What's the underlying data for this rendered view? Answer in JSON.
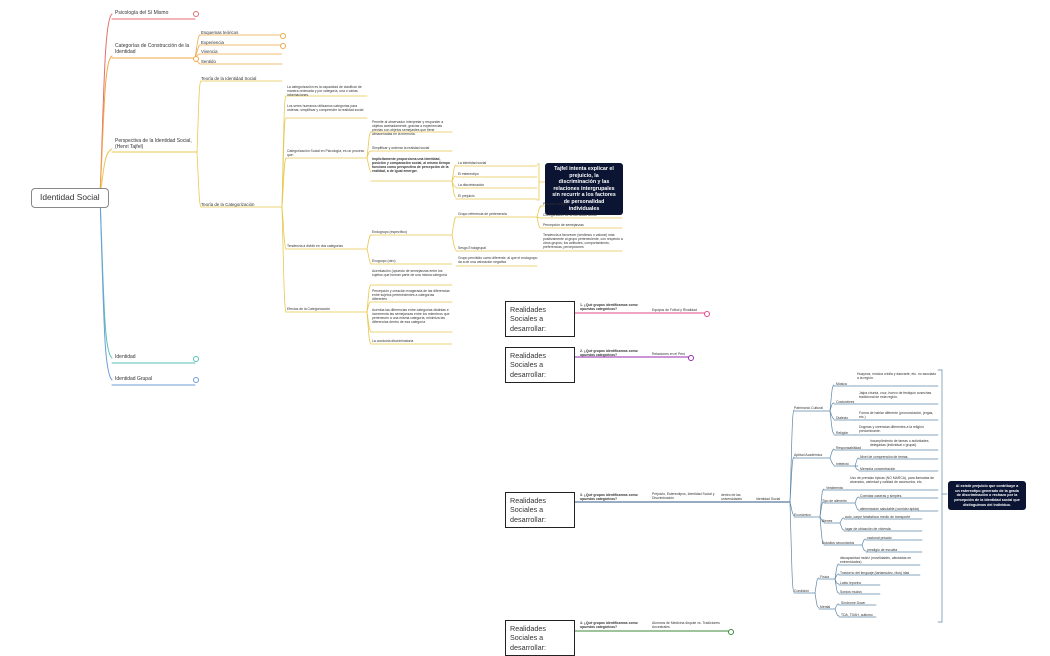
{
  "colors": {
    "red": "#e36d6d",
    "orange": "#f0a848",
    "yellow": "#e8c84f",
    "teal": "#56c2b2",
    "blue": "#6e9dd8",
    "pink": "#e04a86",
    "purple": "#9a2ab0",
    "gray": "#9aa0aa",
    "navy": "#0b1533"
  },
  "root": "Identidad Social",
  "branches": {
    "psicologia": "Psicología del Sí Mismo",
    "categorias": "Categorías de Construcción de la Identidad",
    "perspectiva": "Perspectiva de la Identidad Social, (Henri Tajfel)",
    "identidad": "Identidad",
    "identidad_grupal": "Identidad Grupal"
  },
  "categorias_items": [
    "Esquemas teóricos",
    "Experiencia",
    "Vivencia",
    "Sentido"
  ],
  "perspectiva": {
    "teoria_identidad": "Teoría de la Identidad Social",
    "teoria_categorizacion": "Teoría de la Categorización",
    "cat_def1": "La categorización es la capacidad de clasificar de manera ordenada y por categoría, una o varias informaciones.",
    "cat_def2": "Los seres humanos utilizamos categorías para ordenar, simplificar y comprender la realidad social",
    "cat_social": "Categorización Social en Psicología, es un proceso que:",
    "cs1": "Permite al observador interpretar y responder a objetos acertadamente, gracias a experiencias previas con objetos semejantes que tiene almacenadas en la memoria.",
    "cs2": "Simplificar y ordenar la realidad social.",
    "cs3": "Implícitamente proporciona una identidad, posición y comparación social, al mismo tiempo funciona como perspectiva de percepción de la realidad, a de igual emerger.",
    "cs3_children": [
      "La identidad social",
      "El estereotipo",
      "La discriminación",
      "El prejuicio"
    ],
    "tajfel_box": "Tajfel intenta explicar el prejuicio, la discriminación y las relaciones intergrupales sin recurrir a los factores de personalidad individuales",
    "tendencia": "Tendencia a dividir en dos categorías",
    "endogrupo_esp": "Endogrupo (específico)",
    "grupo_ref": "Grupo referencia de pertenencia",
    "proceso_codigos": "Proceso códigos",
    "configuracion": "Configuración de la identidad social",
    "percepcion": "Percepción de semejanzas",
    "tendencia_fav": "Tendencia a favorecer (sentimos o valorar) más positivamente al grupo perteneciente, con respecto a otros grupos; los actitudes, comportamiento, preferencias, percepciones",
    "sesgo": "Sesgo Endogrupal",
    "exogrupo": "Exogrupo (otro)",
    "exogrupo_desc": "Grupo percibido como diferente, al que el endogrupo da a de una valoración negativa",
    "efectos": "Efectos de la Categorización",
    "ef1": "Acentuación (opuesto de semejanzas entre los sujetos que forman parte de una misma categoría",
    "ef2": "Percepción y creación exagerada de las diferencias entre sujetos pertenecientes a categorías diferentes",
    "ef3": "Acentúa las diferencias entre categorías distintas e incrementa las semejanzas entre los miembros que pertenecen a una misma categoría, minimiza las diferencias dentro de esa categoría",
    "ef4": "La conducta discriminatoria"
  },
  "cases": [
    {
      "title": "Realidades Sociales a desarrollar:",
      "question": "1. ¿Qué grupos identificamos como opuestos categóricos?",
      "answer": "Equipos de Fútbol y Rivalidad"
    },
    {
      "title": "Realidades Sociales a desarrollar:",
      "question": "2. ¿Qué grupos identificamos como opuestos categóricos?",
      "answer": "Relaciones en el Perú"
    },
    {
      "title": "Realidades Sociales a desarrollar:",
      "question": "3. ¿Qué grupos identificamos como opuestos categóricos?",
      "answer": "Prejuicio, Estereotipos, Identidad Social y Discriminación",
      "dentro": "dentro de las universidades",
      "identidad": "Identidad Social"
    },
    {
      "title": "Realidades Sociales a desarrollar:",
      "question": "4. ¿Qué grupos identificamos como opuestos categóricos?",
      "answer": "Alumnos de Medicina dispute vs. Tradiciones Ancestrales"
    }
  ],
  "case3_tree": {
    "patrimonio": "Patrimonio Cultural",
    "musica": "Música",
    "musica_desc": "Huaynos, música criolla y danzarte, etc. no asociado a la región.",
    "costumbres": "Costumbres",
    "costumbres_desc": "Jalpa chunta, cruz, huevo de festiquin cosechas tradicional de esta región.",
    "dialecto": "Dialecto",
    "dialecto_desc": "Forma de hablar diferente (pronunciación, jergas, etc.)",
    "religion": "Religión",
    "religion_desc": "Dogmas y creencias diferentes a la religión predominante.",
    "aptitud": "Aptitud Académica",
    "responsabilidad": "Responsabilidad",
    "responsabilidad_desc": "Incumplimiento de tareas o actividades delegadas (individual o grupal).",
    "intelecto": "Intelecto",
    "intelecto_1": "Nivel de comprensión de temas.",
    "intelecto_2": "Memoria concentración",
    "economico": "Económico",
    "vestimenta": "Vestimenta",
    "vestimenta_desc": "Uso de prendas típicas (NO MARCA), para llamadas de atuendos, variedad y calidad de accesorios, etc.",
    "tipo_alimento": "Tipo de alimento",
    "tipo_alimento_1": "Comidas caseras y simples.",
    "tipo_alimento_2": "alimentación saludable (comida rápida)",
    "bienes": "Bienes",
    "bienes_1": "auto, carpe fantásticos medio de transporte",
    "bienes_2": "lugar de ubicación de vivienda",
    "estudios": "Estudios secundarios",
    "estudios_1": "nacional privado",
    "estudios_2": "prestigio de escuela",
    "condicion": "Condición",
    "fisica": "Física",
    "fisica_1": "discapacidad motriz (movilidades, afectadas en extremidades)",
    "fisica_2": "Trastorno del lenguaje (tartamudez, ritos) idas",
    "fisica_3": "Labio leporino",
    "fisica_4": "Sordos mudos",
    "mental": "Mental",
    "mental_1": "Síndrome Down",
    "mental_2": "TDA, TDAH, autismo",
    "right_box": "Al existir prejuicio que contribuye a un estereotipo generado de la grada de discriminación o rechazo por la percepción de la identidad social que distinguimos del individuo."
  }
}
